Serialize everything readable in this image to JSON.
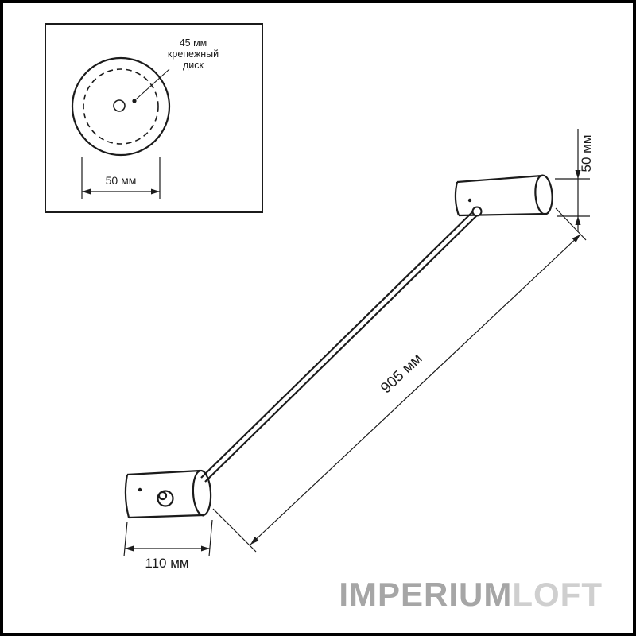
{
  "page": {
    "background": "#ffffff",
    "frame_color": "#000000",
    "line_color": "#1b1b1b"
  },
  "detail_view": {
    "callout": {
      "line1": "45 мм",
      "line2": "крепежный",
      "line3": "диск"
    },
    "diameter_label": "50 мм"
  },
  "dimensions": {
    "mount_height": "50 мм",
    "bar_length": "905 мм",
    "mount_length": "110 мм"
  },
  "logo": {
    "part1": "IMPERIUM",
    "part2": "LOFT",
    "color1": "#a6a6a6",
    "color2": "#cfcfcf"
  }
}
